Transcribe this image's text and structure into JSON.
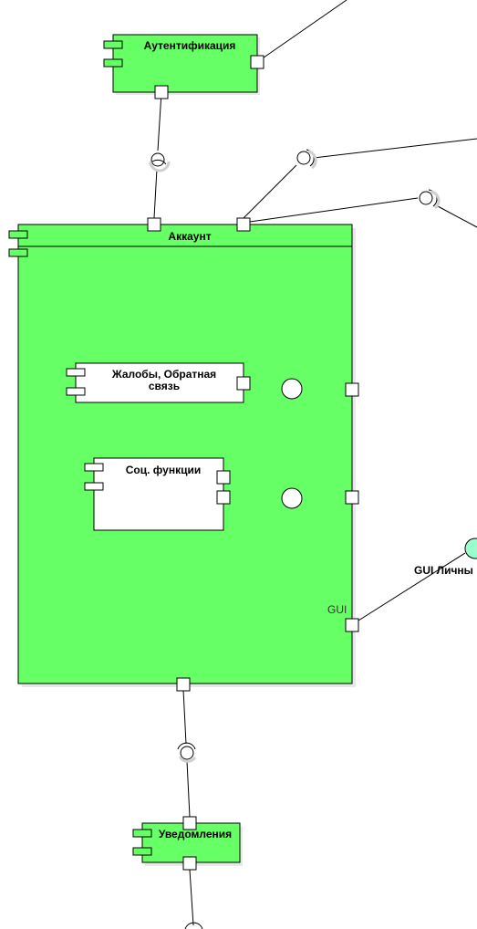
{
  "components": {
    "auth": {
      "title": "Аутентификация"
    },
    "account": {
      "title": "Аккаунт"
    },
    "complaints": {
      "title_line1": "Жалобы, Обратная",
      "title_line2": "связь"
    },
    "social": {
      "title": "Соц. функции"
    },
    "notifications": {
      "title": "Уведомления"
    }
  },
  "labels": {
    "gui_port": "GUI",
    "gui_personal": "GUI Личны"
  },
  "colors": {
    "component_fill": "#66ff66",
    "subcomponent_fill": "#ffffff",
    "port_fill": "#ffffff",
    "interface_fill": "#99ffcc",
    "shadow": "#e8e8e8"
  }
}
